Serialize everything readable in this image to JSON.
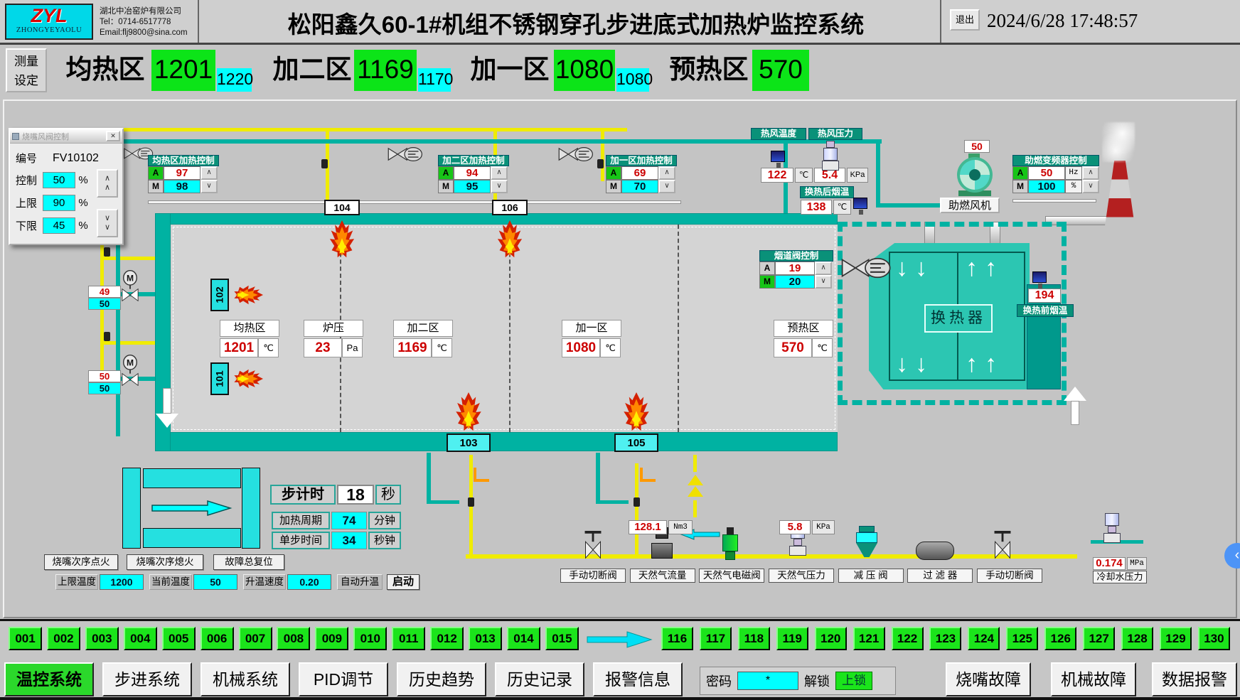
{
  "header": {
    "logo_text": "ZYL",
    "logo_sub": "ZHONGYEYAOLU",
    "company_name": "湖北中冶窑炉有限公司",
    "company_tel": "Tel：0714-6517778",
    "company_email": "Email:flj9800@sina.com",
    "title": "松阳鑫久60-1#机组不锈钢穿孔步进底式加热炉监控系统",
    "exit_button": "退出",
    "datetime": "2024/6/28  17:48:57"
  },
  "zone_bar": {
    "measure": "测量",
    "setting": "设定",
    "zones": [
      {
        "name": "均热区",
        "pv": "1201",
        "sp": "1220"
      },
      {
        "name": "加二区",
        "pv": "1169",
        "sp": "1170"
      },
      {
        "name": "加一区",
        "pv": "1080",
        "sp": "1080"
      },
      {
        "name": "预热区",
        "pv": "570",
        "sp": ""
      }
    ]
  },
  "labels": {
    "a": "A",
    "m": "M",
    "up": "∧",
    "down": "∨",
    "deg": "℃",
    "pa": "Pa",
    "kpa": "KPa",
    "pct": "%",
    "hz": "Hz",
    "mpa": "MPa",
    "nm3": "Nm3"
  },
  "valve_dialog": {
    "title": "烧嘴风阀控制",
    "close": "✕",
    "rows": [
      {
        "label": "编号",
        "value": "FV10102",
        "unit": ""
      },
      {
        "label": "控制",
        "value": "50",
        "unit": "%"
      },
      {
        "label": "上限",
        "value": "90",
        "unit": "%"
      },
      {
        "label": "下限",
        "value": "45",
        "unit": "%"
      }
    ]
  },
  "panels": {
    "soak": {
      "title": "均热区加热控制",
      "a_value": "97",
      "m_value": "98"
    },
    "heat2": {
      "title": "加二区加热控制",
      "a_value": "94",
      "m_value": "95"
    },
    "heat1": {
      "title": "加一区加热控制",
      "a_value": "69",
      "m_value": "70"
    },
    "flue": {
      "title": "烟道阀控制",
      "a_value": "19",
      "m_value": "20"
    },
    "blower": {
      "title": "助燃变频器控制",
      "a_value": "50",
      "m_value": "100"
    }
  },
  "sensors": {
    "hot_air_temp_label": "热风温度",
    "hot_air_temp": "122",
    "hot_air_press_label": "热风压力",
    "hot_air_press": "5.4",
    "flue_after_label": "换热后烟温",
    "flue_after": "138",
    "flue_before_label": "换热前烟温",
    "flue_before": "194",
    "fan_label": "助燃风机",
    "fan_value": "50",
    "gas_flow": "128.1",
    "gas_press": "5.8"
  },
  "furnace": {
    "displays": [
      {
        "label": "均热区",
        "value": "1201",
        "unit": "℃"
      },
      {
        "label": "炉压",
        "value": "23",
        "unit": "Pa"
      },
      {
        "label": "加二区",
        "value": "1169",
        "unit": "℃"
      },
      {
        "label": "加一区",
        "value": "1080",
        "unit": "℃"
      },
      {
        "label": "预热区",
        "value": "570",
        "unit": "℃"
      }
    ],
    "burners": {
      "b101": "101",
      "b102": "102",
      "b103": "103",
      "b104": "104",
      "b105": "105",
      "b106": "106"
    },
    "heat_exchanger": "换热器"
  },
  "left_valves": {
    "v1_pv": "49",
    "v1_sp": "50",
    "v2_pv": "50",
    "v2_sp": "50"
  },
  "step_panel": {
    "step_label": "步计时",
    "step_value": "18",
    "step_unit": "秒",
    "cycle_label": "加热周期",
    "cycle_value": "74",
    "cycle_unit": "分钟",
    "single_label": "单步时间",
    "single_value": "34",
    "single_unit": "秒钟"
  },
  "commands": {
    "ignite": "烧嘴次序点火",
    "extinguish": "烧嘴次序熄火",
    "reset": "故障总复位"
  },
  "ramp": {
    "limit_label": "上限温度",
    "limit_value": "1200",
    "current_label": "当前温度",
    "current_value": "50",
    "rate_label": "升温速度",
    "rate_value": "0.20",
    "auto_label": "自动升温",
    "start": "启动"
  },
  "gas_line": {
    "labels": [
      "手动切断阀",
      "天然气流量",
      "天然气电磁阀",
      "天然气压力",
      "减 压 阀",
      "过 滤 器",
      "手动切断阀"
    ]
  },
  "cooling": {
    "value": "0.174",
    "unit": "MPa",
    "label": "冷却水压力"
  },
  "burner_buttons": {
    "left": [
      "001",
      "002",
      "003",
      "004",
      "005",
      "006",
      "007",
      "008",
      "009",
      "010",
      "011",
      "012",
      "013",
      "014",
      "015"
    ],
    "right": [
      "116",
      "117",
      "118",
      "119",
      "120",
      "121",
      "122",
      "123",
      "124",
      "125",
      "126",
      "127",
      "128",
      "129",
      "130"
    ]
  },
  "navbar": {
    "tabs": [
      "温控系统",
      "步进系统",
      "机械系统",
      "PID调节",
      "历史趋势",
      "历史记录",
      "报警信息"
    ],
    "password_label": "密码",
    "password_value": "*",
    "unlock": "解锁",
    "lock": "上锁",
    "alarms": [
      "烧嘴故障",
      "机械故障",
      "数据报警"
    ]
  }
}
